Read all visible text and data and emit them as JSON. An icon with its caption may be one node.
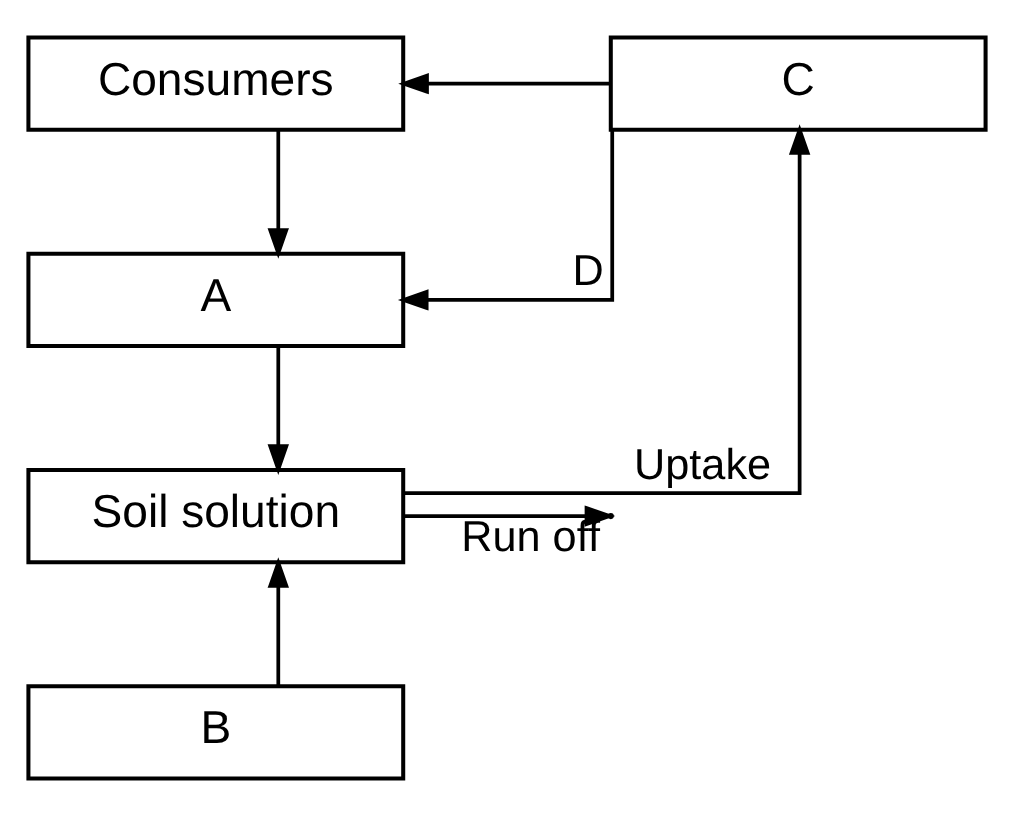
{
  "diagram": {
    "nodes": [
      {
        "text": [
          "Consumers"
        ]
      },
      {
        "text": [
          "C"
        ]
      },
      {
        "text": [
          "A"
        ]
      },
      {
        "text": [
          "Soil solution"
        ]
      },
      {
        "text": [
          "B"
        ]
      }
    ],
    "edges": [
      {
        "from": 1,
        "to": 0,
        "arrow": "to"
      },
      {
        "from": 0,
        "to": 2,
        "arrow": "to"
      },
      {
        "from": 1,
        "to": 2,
        "label": "D",
        "arrow": "to"
      },
      {
        "from": 2,
        "to": 3,
        "arrow": "to"
      },
      {
        "from": 3,
        "to": 1,
        "label": "Uptake",
        "arrow": "to"
      },
      {
        "from": 3,
        "to": null,
        "label": "Run off",
        "arrow": "to"
      },
      {
        "from": 4,
        "to": 3,
        "arrow": "to"
      }
    ]
  }
}
